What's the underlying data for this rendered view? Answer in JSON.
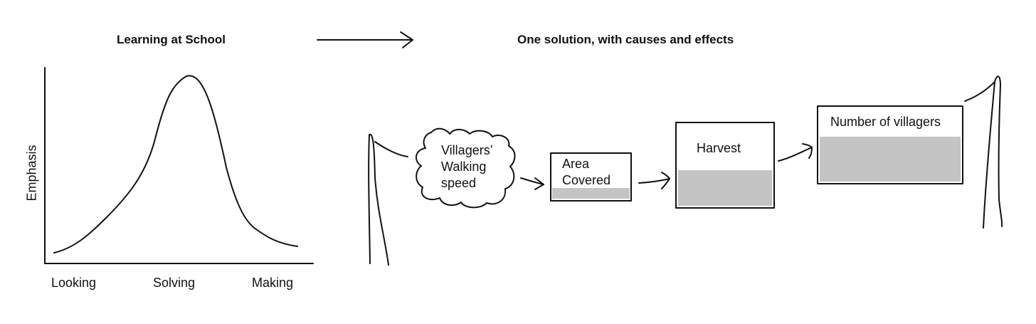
{
  "left_panel": {
    "title": "Learning at School",
    "y_axis_label": "Emphasis",
    "x_ticks": [
      "Looking",
      "Solving",
      "Making"
    ]
  },
  "right_panel": {
    "title": "One solution, with causes and effects",
    "cloud_label": [
      "Villagers’",
      "Walking",
      "speed"
    ],
    "boxes": [
      {
        "label": [
          "Area",
          "Covered"
        ],
        "fill_level": 0.2
      },
      {
        "label": [
          "Harvest"
        ],
        "fill_level": 0.45
      },
      {
        "label": [
          "Number of villagers"
        ],
        "fill_level": 0.6
      }
    ]
  },
  "colors": {
    "ink": "#111111",
    "fill": "#c4c4c4",
    "background": "#ffffff"
  }
}
